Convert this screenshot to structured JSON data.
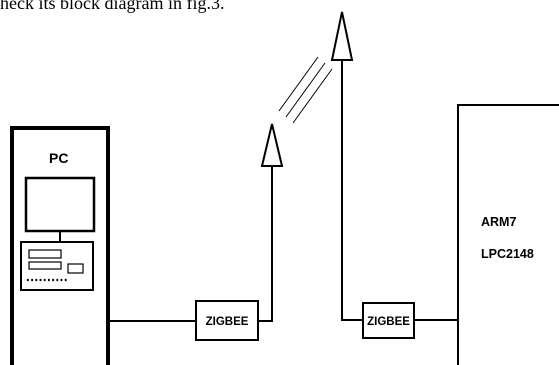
{
  "caption": "heck its block diagram in fig.3.",
  "pc": {
    "label": "PC"
  },
  "zigbee_left": {
    "label": "ZIGBEE"
  },
  "zigbee_right": {
    "label": "ZIGBEE"
  },
  "arm": {
    "line1": "ARM7",
    "line2": "LPC2148"
  }
}
